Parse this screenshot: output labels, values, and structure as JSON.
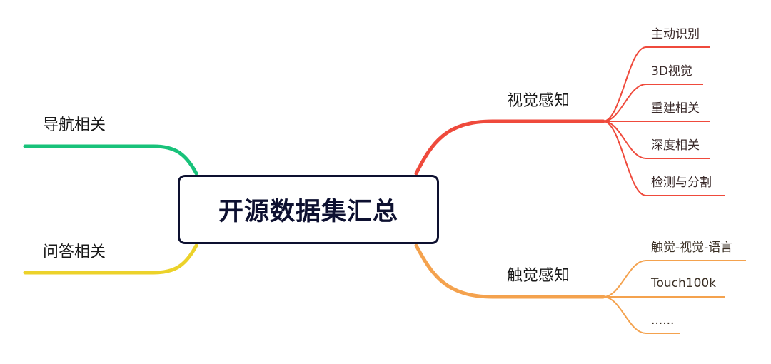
{
  "root": {
    "label": "开源数据集汇总"
  },
  "branches": {
    "navigation": {
      "label": "导航相关",
      "color": "#18c27a"
    },
    "qa": {
      "label": "问答相关",
      "color": "#ecd22a"
    },
    "visual": {
      "label": "视觉感知",
      "color": "#ef4a3c",
      "children": [
        "主动识别",
        "3D视觉",
        "重建相关",
        "深度相关",
        "检测与分割"
      ]
    },
    "tactile": {
      "label": "触觉感知",
      "color": "#f4a24e",
      "children": [
        "触觉-视觉-语言",
        "Touch100k",
        "......"
      ]
    }
  }
}
